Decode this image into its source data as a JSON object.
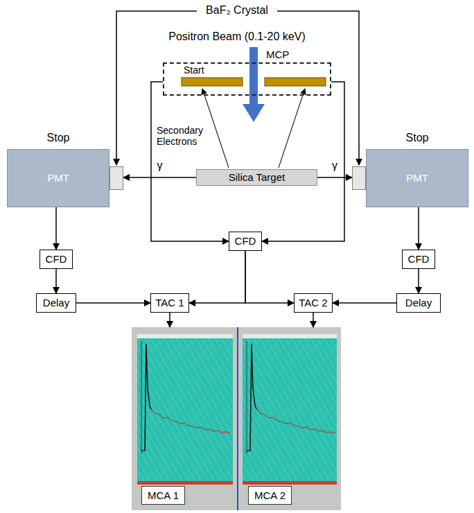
{
  "diagram": {
    "nodes": [
      {
        "text": [
          "Start"
        ]
      },
      {
        "text": [
          "Silica Target"
        ]
      },
      {
        "text": [
          "PMT"
        ]
      },
      {
        "text": [
          "PMT"
        ]
      },
      {
        "text": [
          "CFD"
        ]
      },
      {
        "text": [
          "CFD"
        ]
      },
      {
        "text": [
          "CFD"
        ]
      },
      {
        "text": [
          "Delay"
        ]
      },
      {
        "text": [
          "TAC 1"
        ]
      },
      {
        "text": [
          "TAC 2"
        ]
      },
      {
        "text": [
          "Delay"
        ]
      },
      {
        "text": [
          "MCA 1"
        ]
      },
      {
        "text": [
          "MCA 2"
        ]
      }
    ],
    "edges": [
      {
        "from": 0,
        "to": 5,
        "arrow": "to"
      },
      {
        "from": 0,
        "to": 5,
        "arrow": "to"
      },
      {
        "from": 1,
        "to": 2,
        "label": "γ",
        "arrow": "to"
      },
      {
        "from": 1,
        "to": 3,
        "label": "γ",
        "arrow": "to"
      },
      {
        "from": 2,
        "to": 4,
        "arrow": "to"
      },
      {
        "from": 3,
        "to": 6,
        "arrow": "to"
      },
      {
        "from": 4,
        "to": 7,
        "arrow": "to"
      },
      {
        "from": 6,
        "to": 10,
        "arrow": "to"
      },
      {
        "from": 7,
        "to": 8,
        "arrow": "to"
      },
      {
        "from": 10,
        "to": 9,
        "arrow": "to"
      },
      {
        "from": 5,
        "to": 8,
        "arrow": "to"
      },
      {
        "from": 5,
        "to": 9,
        "arrow": "to"
      },
      {
        "from": 8,
        "to": 11,
        "arrow": "to"
      },
      {
        "from": 9,
        "to": 12,
        "arrow": "to"
      }
    ],
    "labels": [
      "BaF₂ Crystal",
      "Positron Beam (0.1-20 keV)",
      "MCP",
      "Secondary Electrons",
      "Stop",
      "Stop"
    ]
  }
}
